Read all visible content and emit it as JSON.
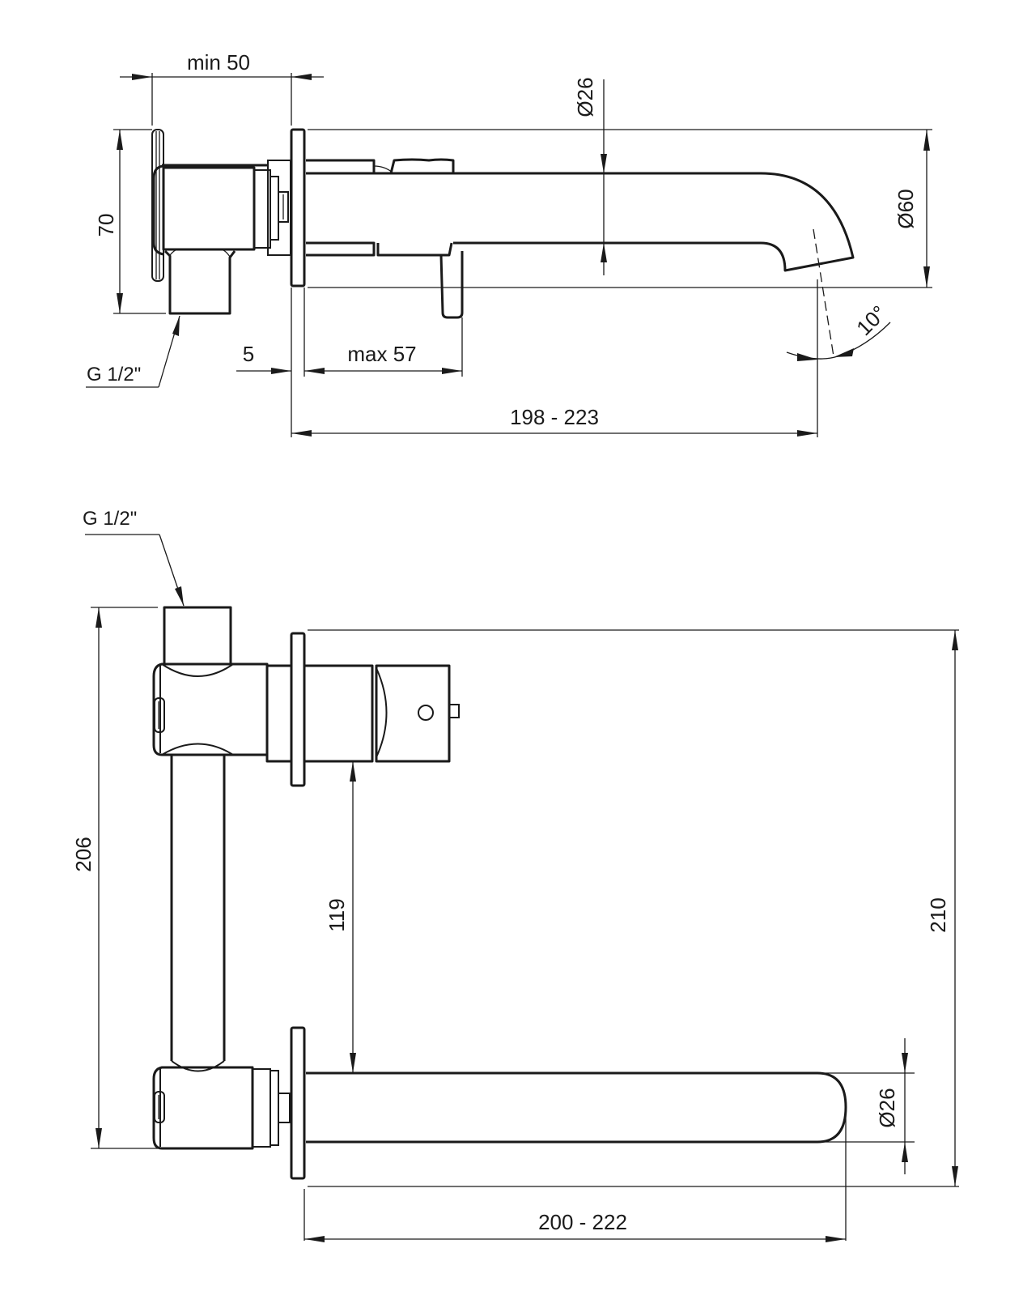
{
  "drawing": {
    "subject": "wall-mounted basin mixer technical drawing",
    "colors": {
      "line": "#1a1a1a",
      "background": "#ffffff"
    },
    "side_view": {
      "dimensions": {
        "min_depth": "min 50",
        "height_70": "70",
        "spout_diameter": "Ø26",
        "rosette_diameter": "Ø60",
        "angle": "10°",
        "thread": "G 1/2\"",
        "rosette_thickness": "5",
        "lever_depth": "max 57",
        "spout_reach": "198 - 223"
      }
    },
    "top_view": {
      "dimensions": {
        "thread": "G 1/2\"",
        "body_height": "206",
        "lever_to_spout": "119",
        "overall_height": "210",
        "spout_diameter": "Ø26",
        "spout_reach": "200 - 222"
      }
    }
  }
}
